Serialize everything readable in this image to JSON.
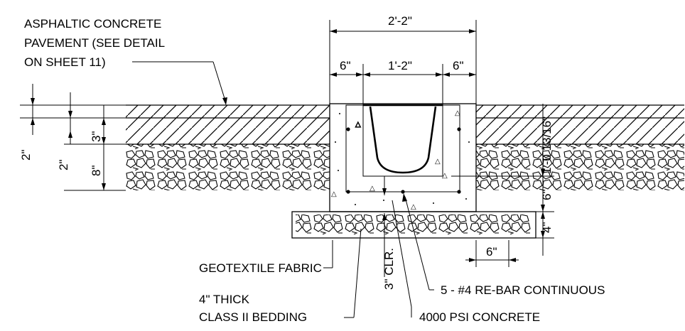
{
  "labels": {
    "pavement_line1": "ASPHALTIC CONCRETE",
    "pavement_line2": "PAVEMENT (SEE DETAIL",
    "pavement_line3": "ON SHEET 11)",
    "geotextile": "GEOTEXTILE FABRIC",
    "bedding_line1": "4\" THICK",
    "bedding_line2": "CLASS II BEDDING",
    "rebar": "5 - #4 RE-BAR CONTINUOUS",
    "concrete": "4000 PSI CONCRETE",
    "clearance": "3\" CLR."
  },
  "dimensions": {
    "overall_width": "2'-2\"",
    "left_wall": "6\"",
    "channel_width": "1'-2\"",
    "right_wall": "6\"",
    "left_2in_outer": "2\"",
    "left_2in_inner": "2\"",
    "left_3in": "3\"",
    "left_8in": "8\"",
    "right_height": "1'-0 13/16\"",
    "right_6in": "6\"",
    "right_4in": "4\"",
    "bottom_6in": "6\""
  }
}
